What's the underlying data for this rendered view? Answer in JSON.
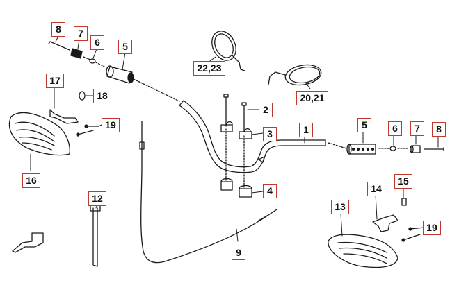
{
  "callouts": {
    "c1": "1",
    "c2": "2",
    "c3": "3",
    "c4": "4",
    "c5a": "5",
    "c5b": "5",
    "c6a": "6",
    "c6b": "6",
    "c7a": "7",
    "c7b": "7",
    "c8a": "8",
    "c8b": "8",
    "c9": "9",
    "c12": "12",
    "c13": "13",
    "c14": "14",
    "c15": "15",
    "c16": "16",
    "c17": "17",
    "c18": "18",
    "c19a": "19",
    "c19b": "19",
    "c2021": "20,21",
    "c2223": "22,23"
  },
  "colors": {
    "line": "#1a1a1a",
    "callout_border": "#c0392b"
  }
}
